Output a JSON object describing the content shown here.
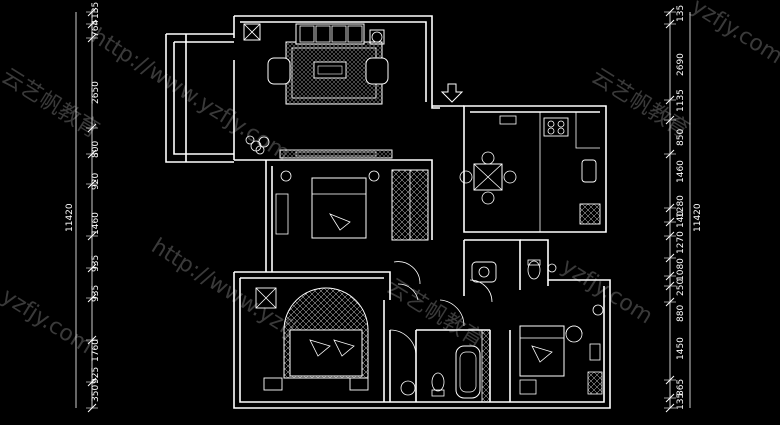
{
  "drawing": {
    "left_dimensions": [
      "764",
      "135",
      "2650",
      "800",
      "920",
      "1460",
      "935",
      "935",
      "1760",
      "350",
      "925"
    ],
    "left_total": "11420",
    "right_dimensions": [
      "135",
      "2690",
      "1135",
      "850",
      "1460",
      "1280",
      "140",
      "1270",
      "1080",
      "250",
      "880",
      "1450",
      "865",
      "135"
    ],
    "right_total": "11420",
    "watermarks": [
      "http://www.yzfjy.com",
      "http://www.yzfjy.com",
      "云艺帆教育",
      "云艺帆教育",
      "云艺帆教育",
      "yzfjy.com",
      "yzfjy.com",
      "yzfjy.com"
    ]
  }
}
